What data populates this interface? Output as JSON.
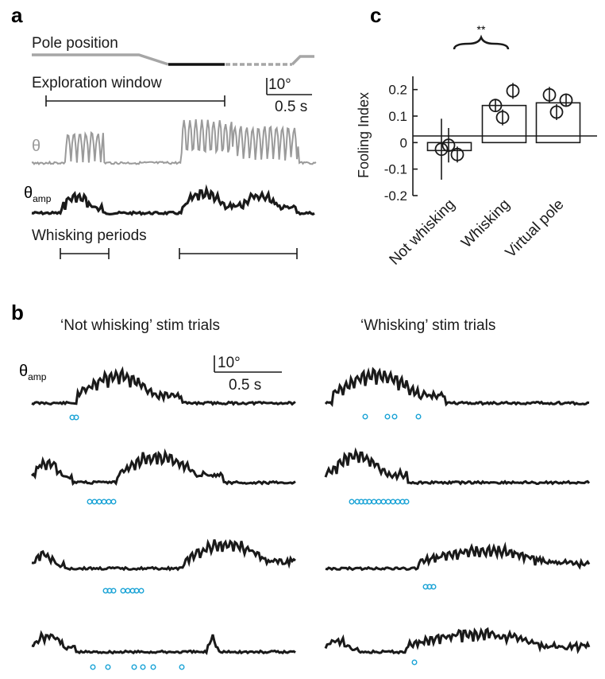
{
  "panel_labels": {
    "a": "a",
    "b": "b",
    "c": "c"
  },
  "panel_a": {
    "pole_position_label": "Pole position",
    "exploration_window_label": "Exploration window",
    "theta_label": "θ",
    "theta_amp_symbol": "θ",
    "theta_amp_subscript": "amp",
    "whisking_periods_label": "Whisking periods",
    "scale_deg": "10°",
    "scale_time": "0.5 s",
    "colors": {
      "theta": "#9a9a9a",
      "theta_amp": "#1a1a1a",
      "pole_gray": "#a6a6a6",
      "pole_black": "#111111"
    }
  },
  "panel_b": {
    "left_title": "‘Not whisking’ stim trials",
    "right_title": "‘Whisking’ stim trials",
    "theta_amp_symbol": "θ",
    "theta_amp_subscript": "amp",
    "scale_deg": "10°",
    "scale_time": "0.5 s",
    "stim_color": "#1aa3d6"
  },
  "chart_data": {
    "type": "bar",
    "title": "",
    "ylabel": "Fooling Index",
    "xlabel": "",
    "ylim": [
      -0.2,
      0.25
    ],
    "yticks": [
      "-0.2",
      "-0.1",
      "0",
      "0.1",
      "0.2"
    ],
    "significance": "**",
    "categories": [
      "Not whisking",
      "Whisking",
      "Virtual pole"
    ],
    "values": [
      -0.03,
      0.14,
      0.15
    ],
    "points": [
      [
        {
          "value": -0.025,
          "error": 0.115
        },
        {
          "value": -0.01,
          "error": 0.065
        },
        {
          "value": -0.045,
          "error": 0.03
        }
      ],
      [
        {
          "value": 0.14,
          "error": 0.025
        },
        {
          "value": 0.095,
          "error": 0.03
        },
        {
          "value": 0.195,
          "error": 0.03
        }
      ],
      [
        {
          "value": 0.18,
          "error": 0.03
        },
        {
          "value": 0.115,
          "error": 0.03
        },
        {
          "value": 0.16,
          "error": 0.025
        }
      ]
    ]
  }
}
